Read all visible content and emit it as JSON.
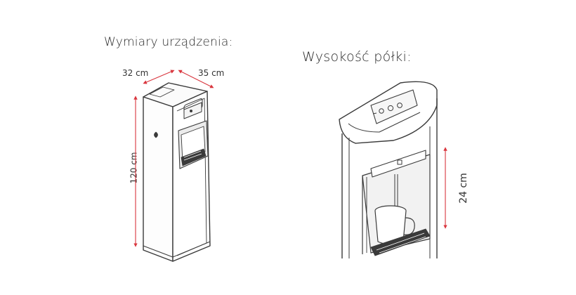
{
  "left_figure": {
    "title": "Wymiary urządzenia:",
    "depth_label": "32 cm",
    "width_label": "35 cm",
    "height_label": "120 cm"
  },
  "right_figure": {
    "title": "Wysokość półki:",
    "shelf_height_label": "24 cm"
  },
  "colors": {
    "dimension_arrow": "#d9363e",
    "line_art": "#3a3a3a"
  }
}
